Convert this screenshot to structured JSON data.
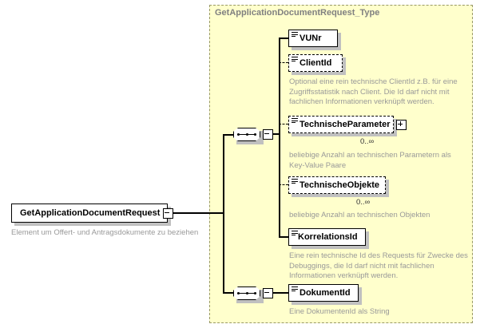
{
  "diagram": {
    "kind": "xsd-schema-element-diagram",
    "root_element": {
      "name": "GetApplicationDocumentRequest",
      "documentation": "Element um Offert- und Antragsdokumente zu beziehen",
      "expander": "minus"
    },
    "type_panel": {
      "title": "GetApplicationDocumentRequest_Type",
      "background": "#ffffcc",
      "border_color": "#999966"
    },
    "compositors": [
      {
        "id": "sequence-top",
        "kind": "sequence",
        "expander": "minus"
      },
      {
        "id": "sequence-bottom",
        "kind": "sequence",
        "expander": "minus"
      }
    ],
    "elements": [
      {
        "id": "vunr",
        "name": "VUNr",
        "optional": false,
        "expandable": false,
        "cardinality": "",
        "documentation": ""
      },
      {
        "id": "clientid",
        "name": "ClientId",
        "optional": true,
        "expandable": false,
        "cardinality": "",
        "documentation": "Optional eine rein technische ClientId z.B. für eine\nZugriffsstatistik nach Client. Die Id darf nicht mit\nfachlichen Informationen verknüpft werden."
      },
      {
        "id": "technischeparameter",
        "name": "TechnischeParameter",
        "optional": true,
        "expandable": true,
        "cardinality": "0..∞",
        "documentation": "beliebige Anzahl an technischen Parametern als\nKey-Value Paare"
      },
      {
        "id": "technischeobjekte",
        "name": "TechnischeObjekte",
        "optional": true,
        "expandable": false,
        "cardinality": "0..∞",
        "documentation": "beliebige Anzahl an technischen Objekten"
      },
      {
        "id": "korrelationsid",
        "name": "KorrelationsId",
        "optional": false,
        "expandable": false,
        "cardinality": "",
        "documentation": "Eine rein technische Id des Requests für Zwecke des\nDebuggings, die Id darf nicht mit fachlichen\nInformationen verknüpft werden."
      },
      {
        "id": "dokumentid",
        "name": "DokumentId",
        "optional": false,
        "expandable": false,
        "cardinality": "",
        "documentation": "Eine DokumentenId als String"
      }
    ]
  }
}
